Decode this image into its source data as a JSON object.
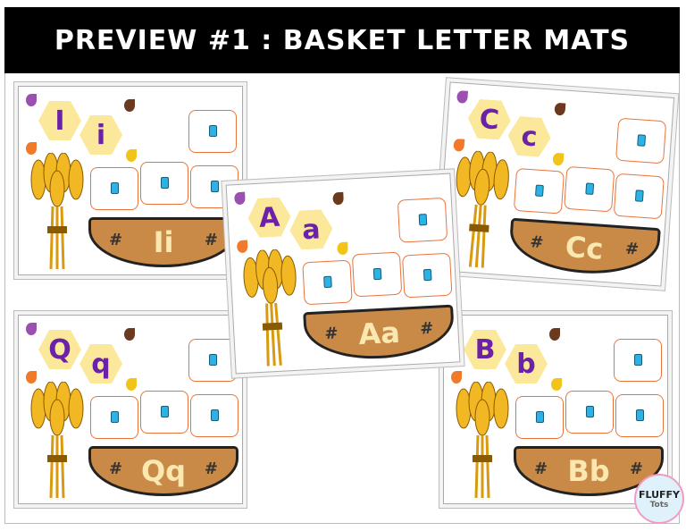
{
  "header": {
    "title": "PREVIEW #1 : BASKET LETTER MATS"
  },
  "cards": [
    {
      "upper": "I",
      "lower": "i",
      "basket_label": "Ii"
    },
    {
      "upper": "Q",
      "lower": "q",
      "basket_label": "Qq"
    },
    {
      "upper": "B",
      "lower": "b",
      "basket_label": "Bb"
    },
    {
      "upper": "C",
      "lower": "c",
      "basket_label": "Cc"
    },
    {
      "upper": "A",
      "lower": "a",
      "basket_label": "Aa"
    }
  ],
  "logo": {
    "name": "FLUFFY",
    "sub": "Tots"
  },
  "colors": {
    "letter": "#6b22a8",
    "hexagon": "#fbe89a",
    "basket": "#c98a47",
    "box_border": "#e9743a",
    "header_bg": "#000000"
  }
}
